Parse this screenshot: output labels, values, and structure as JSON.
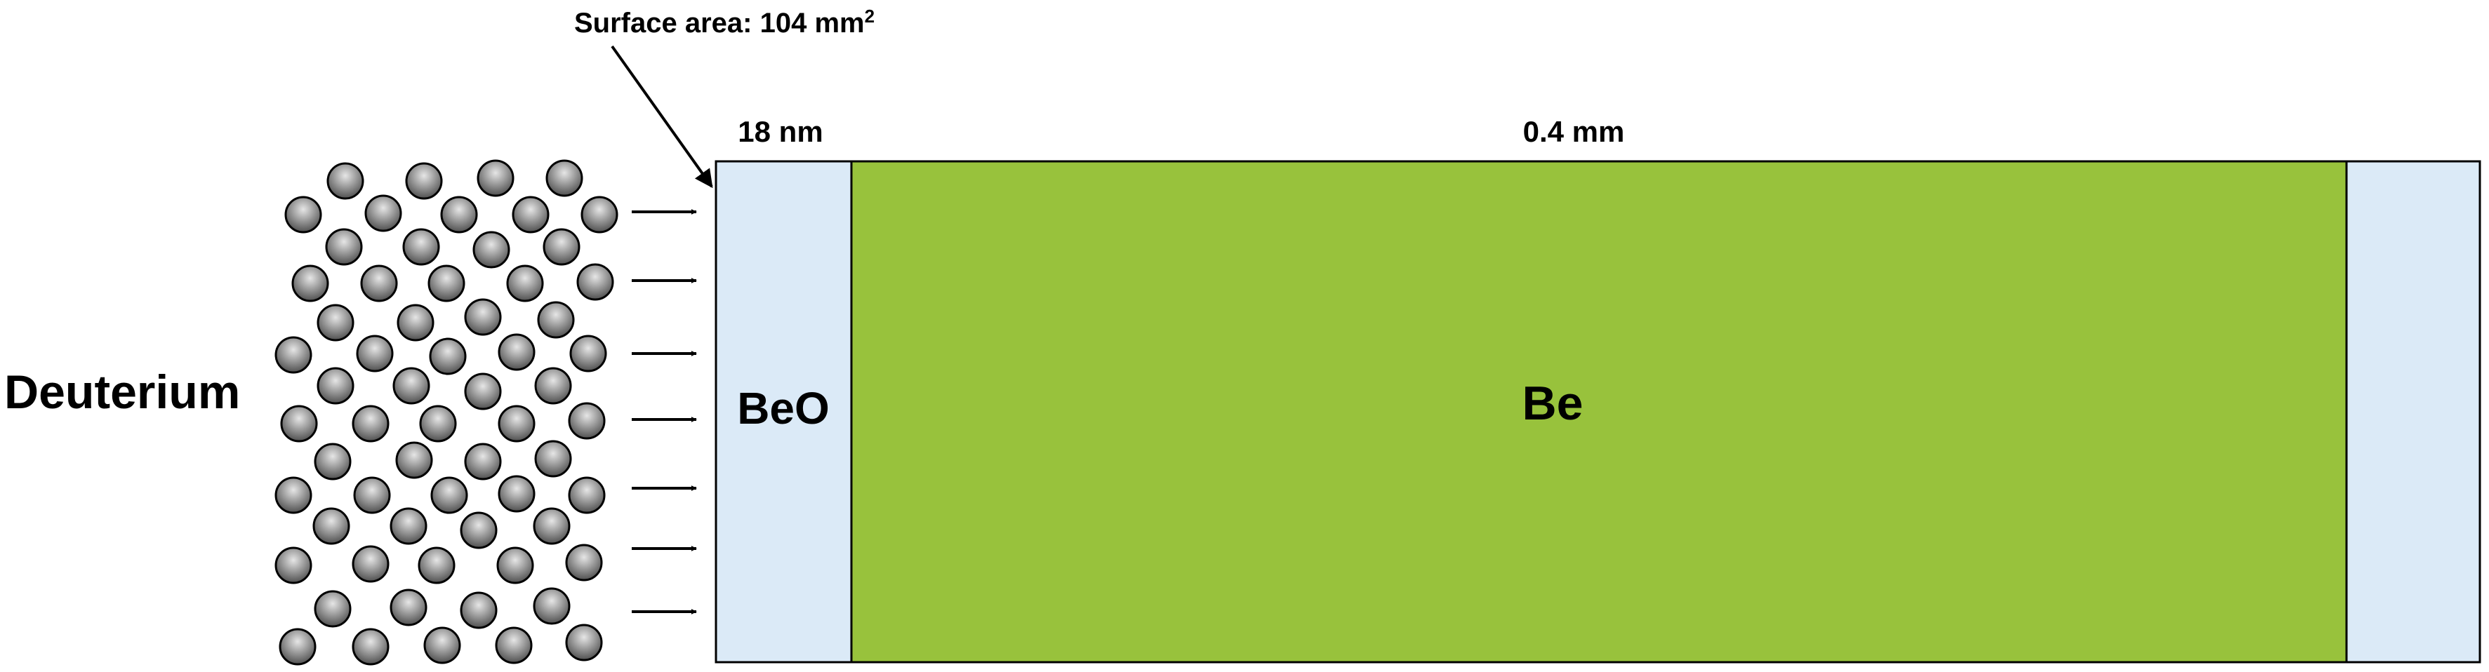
{
  "surface_label": {
    "prefix": "Surface area: 104 mm",
    "superscript": "2"
  },
  "dimensions": {
    "oxide_thickness": "18 nm",
    "metal_thickness": "0.4 mm"
  },
  "layers": {
    "oxide": "BeO",
    "metal": "Be"
  },
  "source_label": "Deuterium",
  "colors": {
    "oxide_fill": "#dbeaf7",
    "metal_fill": "#98c23c",
    "outline": "#000000",
    "particle_dark": "#444444",
    "particle_light": "#e6e6e6"
  },
  "icons": {
    "particle": "deuterium-atom-icon",
    "flux_arrow": "arrow-right-icon",
    "pointer": "pointer-arrow-icon"
  }
}
